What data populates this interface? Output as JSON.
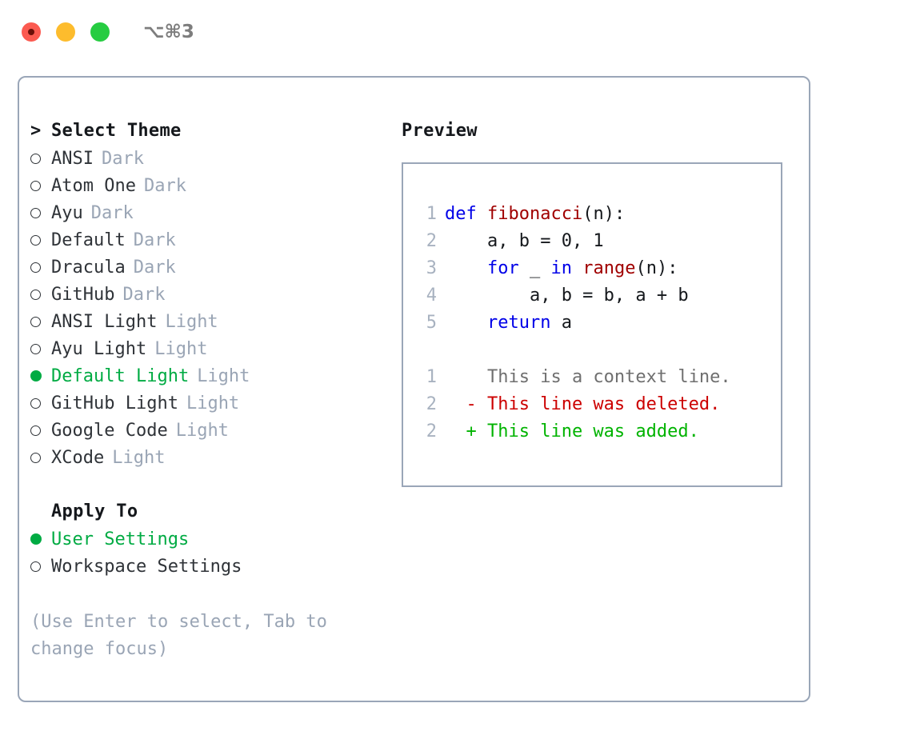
{
  "titlebar": {
    "shortcut": "⌥⌘3",
    "buttons": [
      {
        "name": "close",
        "color": "#fb5a50"
      },
      {
        "name": "minimize",
        "color": "#fdbc2d"
      },
      {
        "name": "maximize",
        "color": "#26cc41"
      }
    ]
  },
  "colors": {
    "selected_green": "#00ab43",
    "muted_tag": "#9aa5b5",
    "border": "#9aa6b8",
    "keyword_blue": "#0000e8",
    "function_red": "#a00000",
    "diff_delete": "#cc0000",
    "diff_add": "#00b300",
    "line_number": "#a8b2c0"
  },
  "theme_list": {
    "caret": ">",
    "header": "Select Theme",
    "items": [
      {
        "name": "ANSI",
        "tag": "Dark",
        "selected": false
      },
      {
        "name": "Atom One",
        "tag": "Dark",
        "selected": false
      },
      {
        "name": "Ayu",
        "tag": "Dark",
        "selected": false
      },
      {
        "name": "Default",
        "tag": "Dark",
        "selected": false
      },
      {
        "name": "Dracula",
        "tag": "Dark",
        "selected": false
      },
      {
        "name": "GitHub",
        "tag": "Dark",
        "selected": false
      },
      {
        "name": "ANSI Light",
        "tag": "Light",
        "selected": false
      },
      {
        "name": "Ayu Light",
        "tag": "Light",
        "selected": false
      },
      {
        "name": "Default Light",
        "tag": "Light",
        "selected": true
      },
      {
        "name": "GitHub Light",
        "tag": "Light",
        "selected": false
      },
      {
        "name": "Google Code",
        "tag": "Light",
        "selected": false
      },
      {
        "name": "XCode",
        "tag": "Light",
        "selected": false
      }
    ]
  },
  "apply_to": {
    "header": "Apply To",
    "options": [
      {
        "name": "User Settings",
        "selected": true
      },
      {
        "name": "Workspace Settings",
        "selected": false
      }
    ]
  },
  "hint": "(Use Enter to select, Tab to change focus)",
  "preview": {
    "title": "Preview",
    "code_lines": [
      {
        "num": "1",
        "tokens": [
          {
            "t": "def ",
            "c": "kw"
          },
          {
            "t": "fibonacci",
            "c": "fn"
          },
          {
            "t": "(n):",
            "c": "plain"
          }
        ]
      },
      {
        "num": "2",
        "tokens": [
          {
            "t": "    a, b = 0, 1",
            "c": "plain"
          }
        ]
      },
      {
        "num": "3",
        "tokens": [
          {
            "t": "    ",
            "c": "plain"
          },
          {
            "t": "for",
            "c": "kw"
          },
          {
            "t": " _ ",
            "c": "plain"
          },
          {
            "t": "in",
            "c": "kw"
          },
          {
            "t": " ",
            "c": "plain"
          },
          {
            "t": "range",
            "c": "fn"
          },
          {
            "t": "(n):",
            "c": "plain"
          }
        ]
      },
      {
        "num": "4",
        "tokens": [
          {
            "t": "        a, b = b, a + b",
            "c": "plain"
          }
        ]
      },
      {
        "num": "5",
        "tokens": [
          {
            "t": "    ",
            "c": "plain"
          },
          {
            "t": "return",
            "c": "kw"
          },
          {
            "t": " a",
            "c": "plain"
          }
        ]
      }
    ],
    "diff_lines": [
      {
        "num": "1",
        "sign": "  ",
        "text": "This is a context line.",
        "kind": "ctx"
      },
      {
        "num": "2",
        "sign": "- ",
        "text": "This line was deleted.",
        "kind": "del"
      },
      {
        "num": "2",
        "sign": "+ ",
        "text": "This line was added.",
        "kind": "add"
      }
    ]
  }
}
